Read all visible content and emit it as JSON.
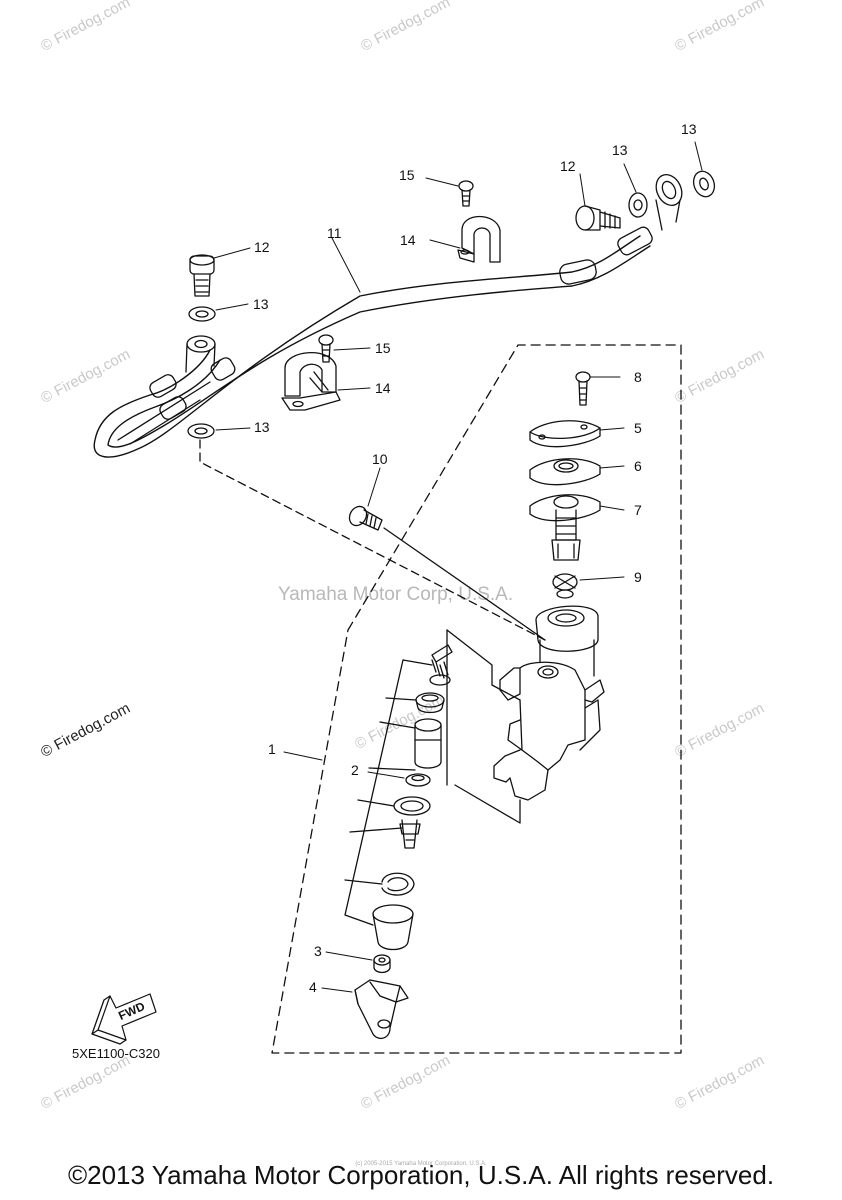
{
  "watermarks": {
    "firedog": "© Firedog.com",
    "center": "Yamaha Motor Corp, U.S.A."
  },
  "callouts": {
    "c1": "1",
    "c2": "2",
    "c3": "3",
    "c4": "4",
    "c5": "5",
    "c6": "6",
    "c7": "7",
    "c8": "8",
    "c9": "9",
    "c10": "10",
    "c11": "11",
    "c12a": "12",
    "c12b": "12",
    "c13a": "13",
    "c13b": "13",
    "c13c": "13",
    "c13d": "13",
    "c14a": "14",
    "c14b": "14",
    "c15a": "15",
    "c15b": "15"
  },
  "fwd_label": "FWD",
  "diagram_code": "5XE1100-C320",
  "copyright": "©2013 Yamaha Motor Corporation, U.S.A. All rights reserved.",
  "tiny_line": "(c) 2005-2015 Yamaha Motor Corporation, U.S.A."
}
